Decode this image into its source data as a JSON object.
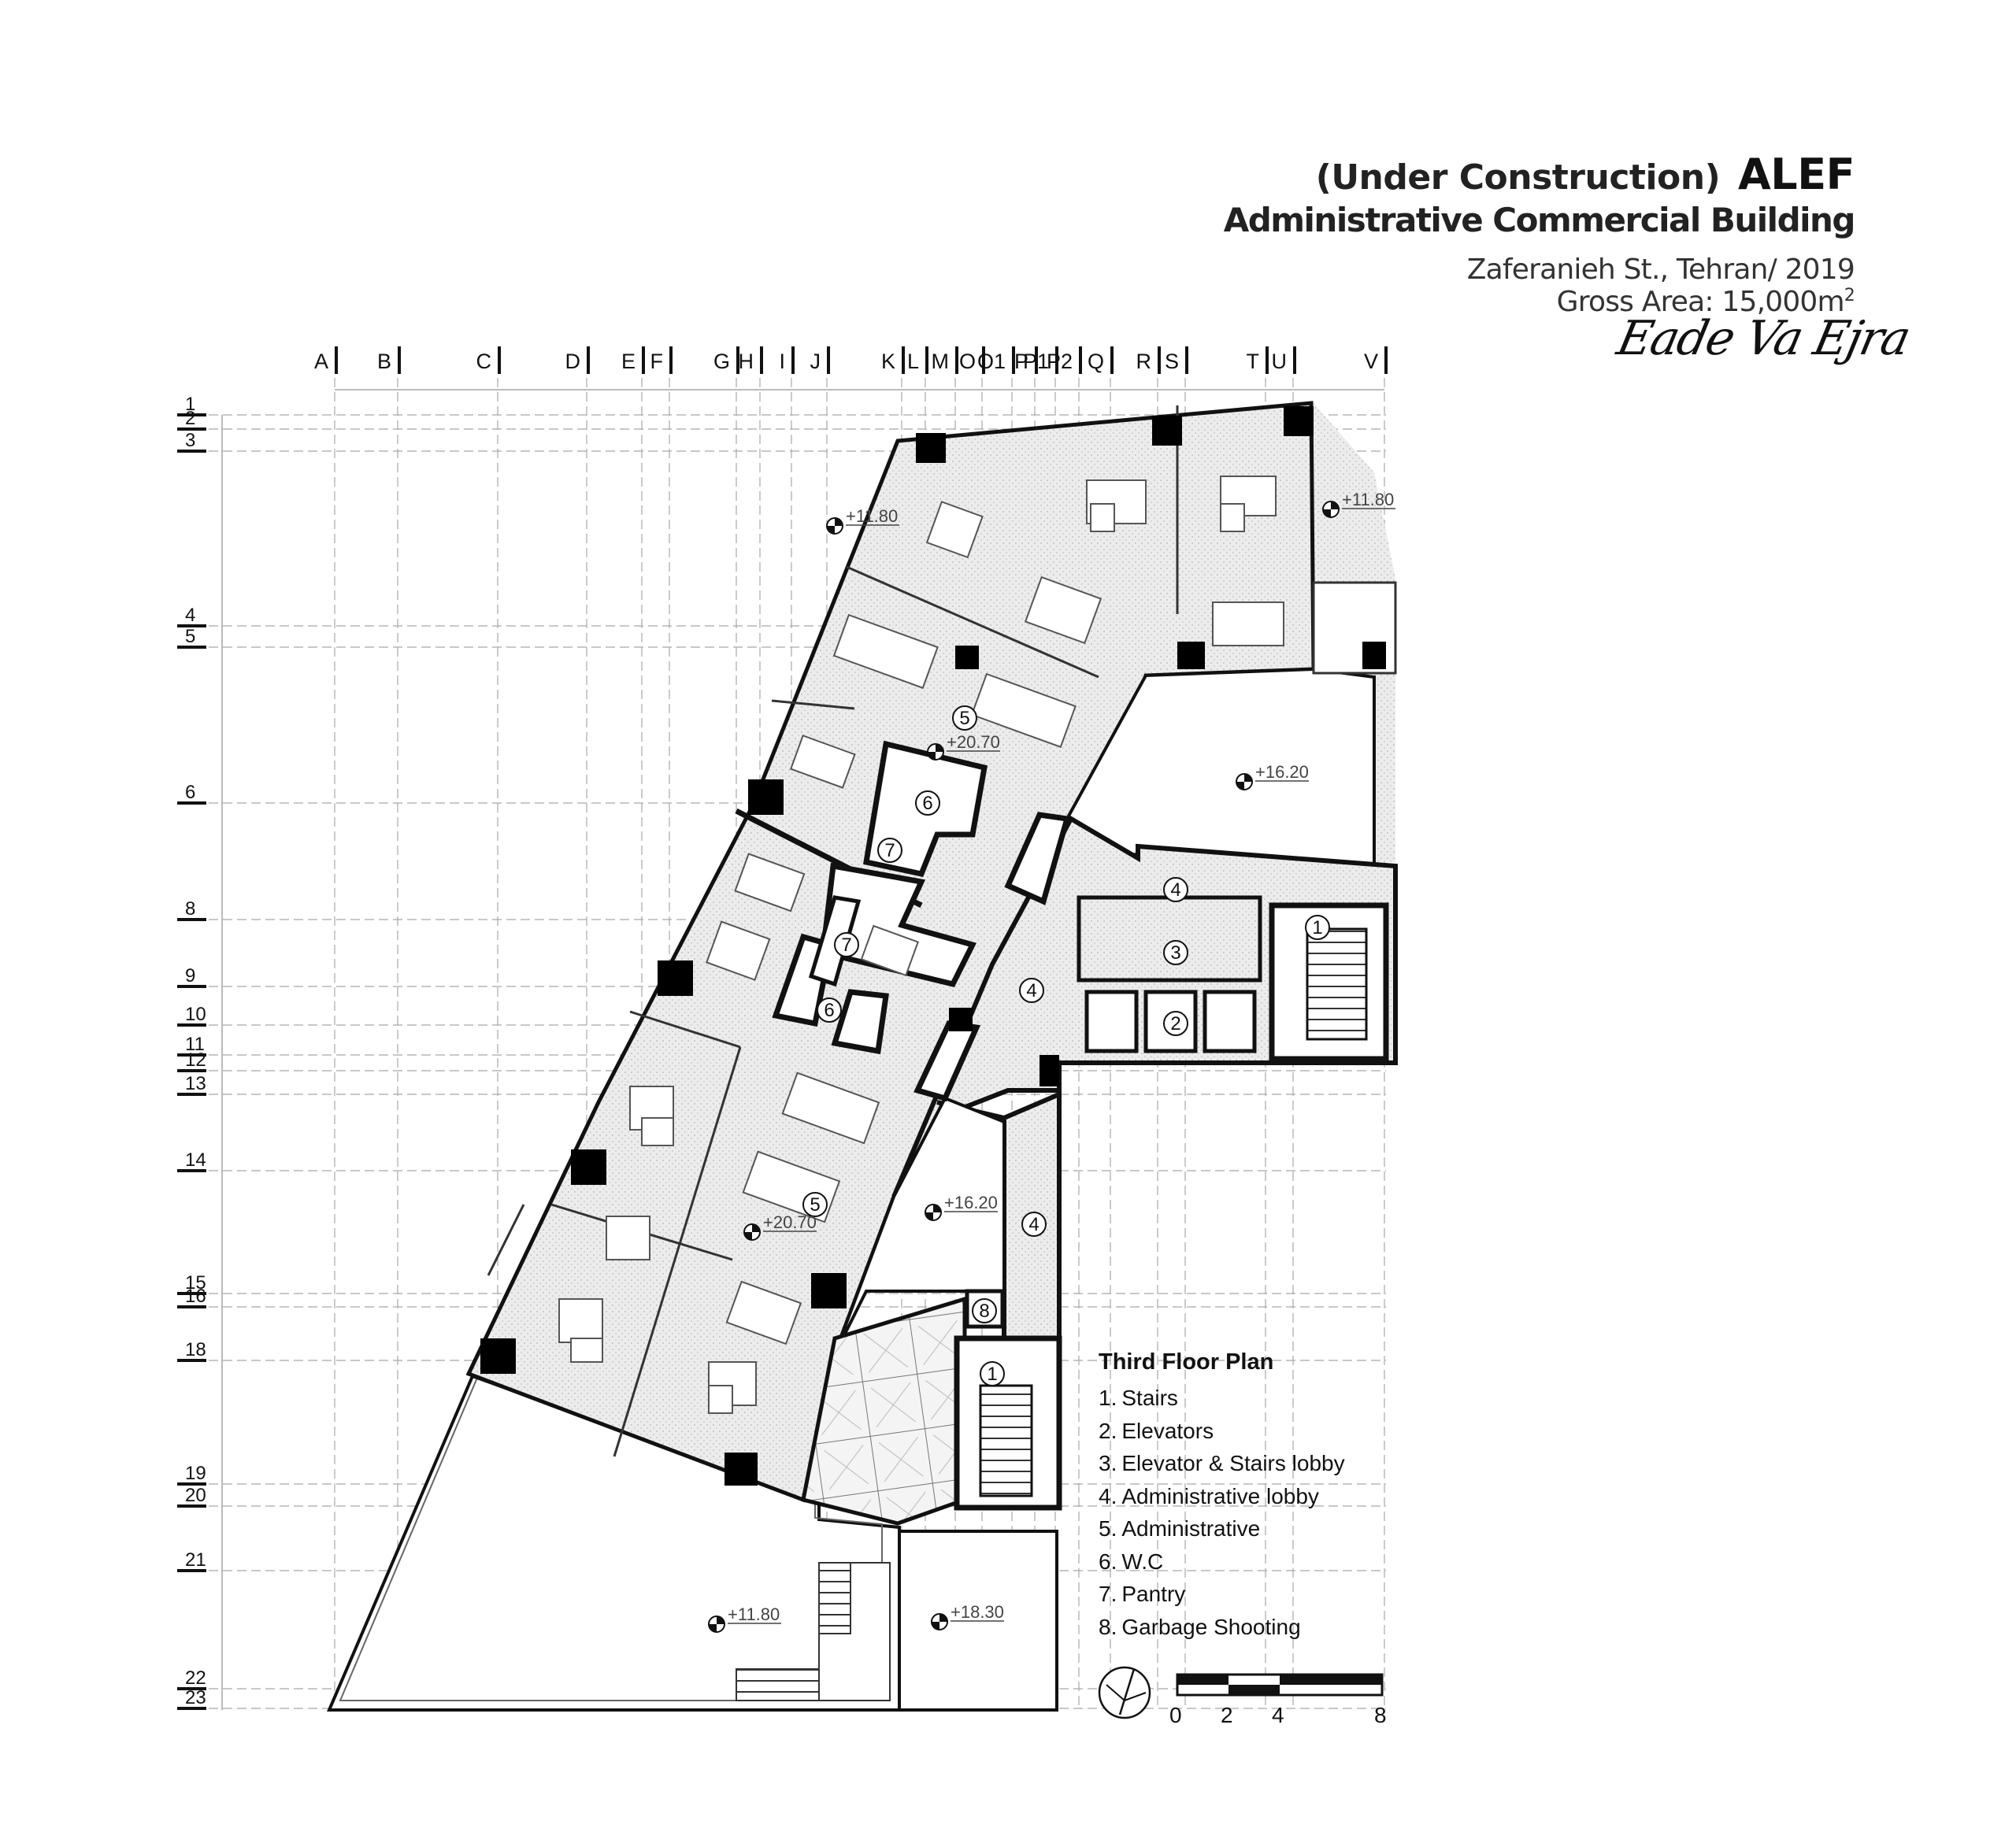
{
  "title": {
    "status": "(Under Construction)",
    "name": "ALEF",
    "subtitle": "Administrative Commercial Building",
    "location": "Zaferanieh St., Tehran/ 2019",
    "area_label": "Gross Area: 15,000m",
    "area_sup": "2",
    "signature": "Eade Va Ejra"
  },
  "grid": {
    "columns": [
      "A",
      "B",
      "C",
      "D",
      "E",
      "F",
      "G",
      "H",
      "I",
      "J",
      "K",
      "L",
      "M",
      "O",
      "O1",
      "P",
      "P1",
      "P2",
      "Q",
      "R",
      "S",
      "T",
      "U",
      "V"
    ],
    "rows": [
      "1",
      "2",
      "3",
      "4",
      "5",
      "6",
      "8",
      "9",
      "10",
      "11",
      "12",
      "13",
      "14",
      "15",
      "16",
      "18",
      "19",
      "20",
      "21",
      "22",
      "23"
    ]
  },
  "room_numbers": [
    "5",
    "5",
    "6",
    "6",
    "7",
    "7",
    "4",
    "4",
    "4",
    "3",
    "2",
    "1",
    "1",
    "8"
  ],
  "levels": [
    "+11.80",
    "+11.80",
    "+20.70",
    "+16.20",
    "+20.70",
    "+16.20",
    "+11.80",
    "+18.30"
  ],
  "legend": {
    "title": "Third Floor Plan",
    "items": [
      {
        "num": "1.",
        "label": "Stairs"
      },
      {
        "num": "2.",
        "label": "Elevators"
      },
      {
        "num": "3.",
        "label": "Elevator & Stairs lobby"
      },
      {
        "num": "4.",
        "label": "Administrative lobby"
      },
      {
        "num": "5.",
        "label": "Administrative"
      },
      {
        "num": "6.",
        "label": "W.C"
      },
      {
        "num": "7.",
        "label": "Pantry"
      },
      {
        "num": "8.",
        "label": "Garbage Shooting"
      }
    ]
  },
  "scale": {
    "labels": [
      "0",
      "2",
      "4",
      "8"
    ]
  },
  "colors": {
    "wall": "#000000",
    "floor": "#e9e9e9",
    "grid": "#9a9a9a",
    "text": "#111111"
  }
}
